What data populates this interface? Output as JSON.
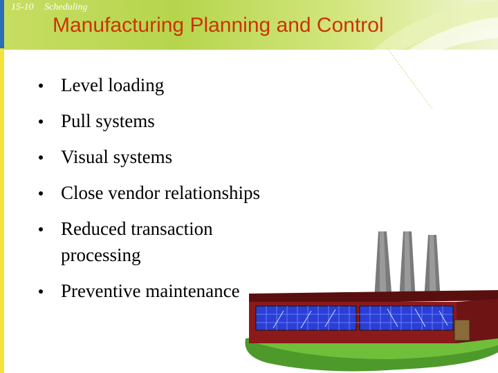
{
  "header": {
    "slide_number": "15-10",
    "chapter": "Scheduling",
    "title": "Manufacturing Planning and Control"
  },
  "bullets": [
    "Level loading",
    "Pull systems",
    "Visual systems",
    "Close vendor relationships",
    "Reduced transaction processing",
    "Preventive maintenance"
  ],
  "colors": {
    "title": "#cc3300",
    "header_green": "#b6d54d",
    "factory_wall": "#8b1a1a",
    "factory_windows": "#2a3fd6",
    "ground": "#4d9a2a"
  }
}
